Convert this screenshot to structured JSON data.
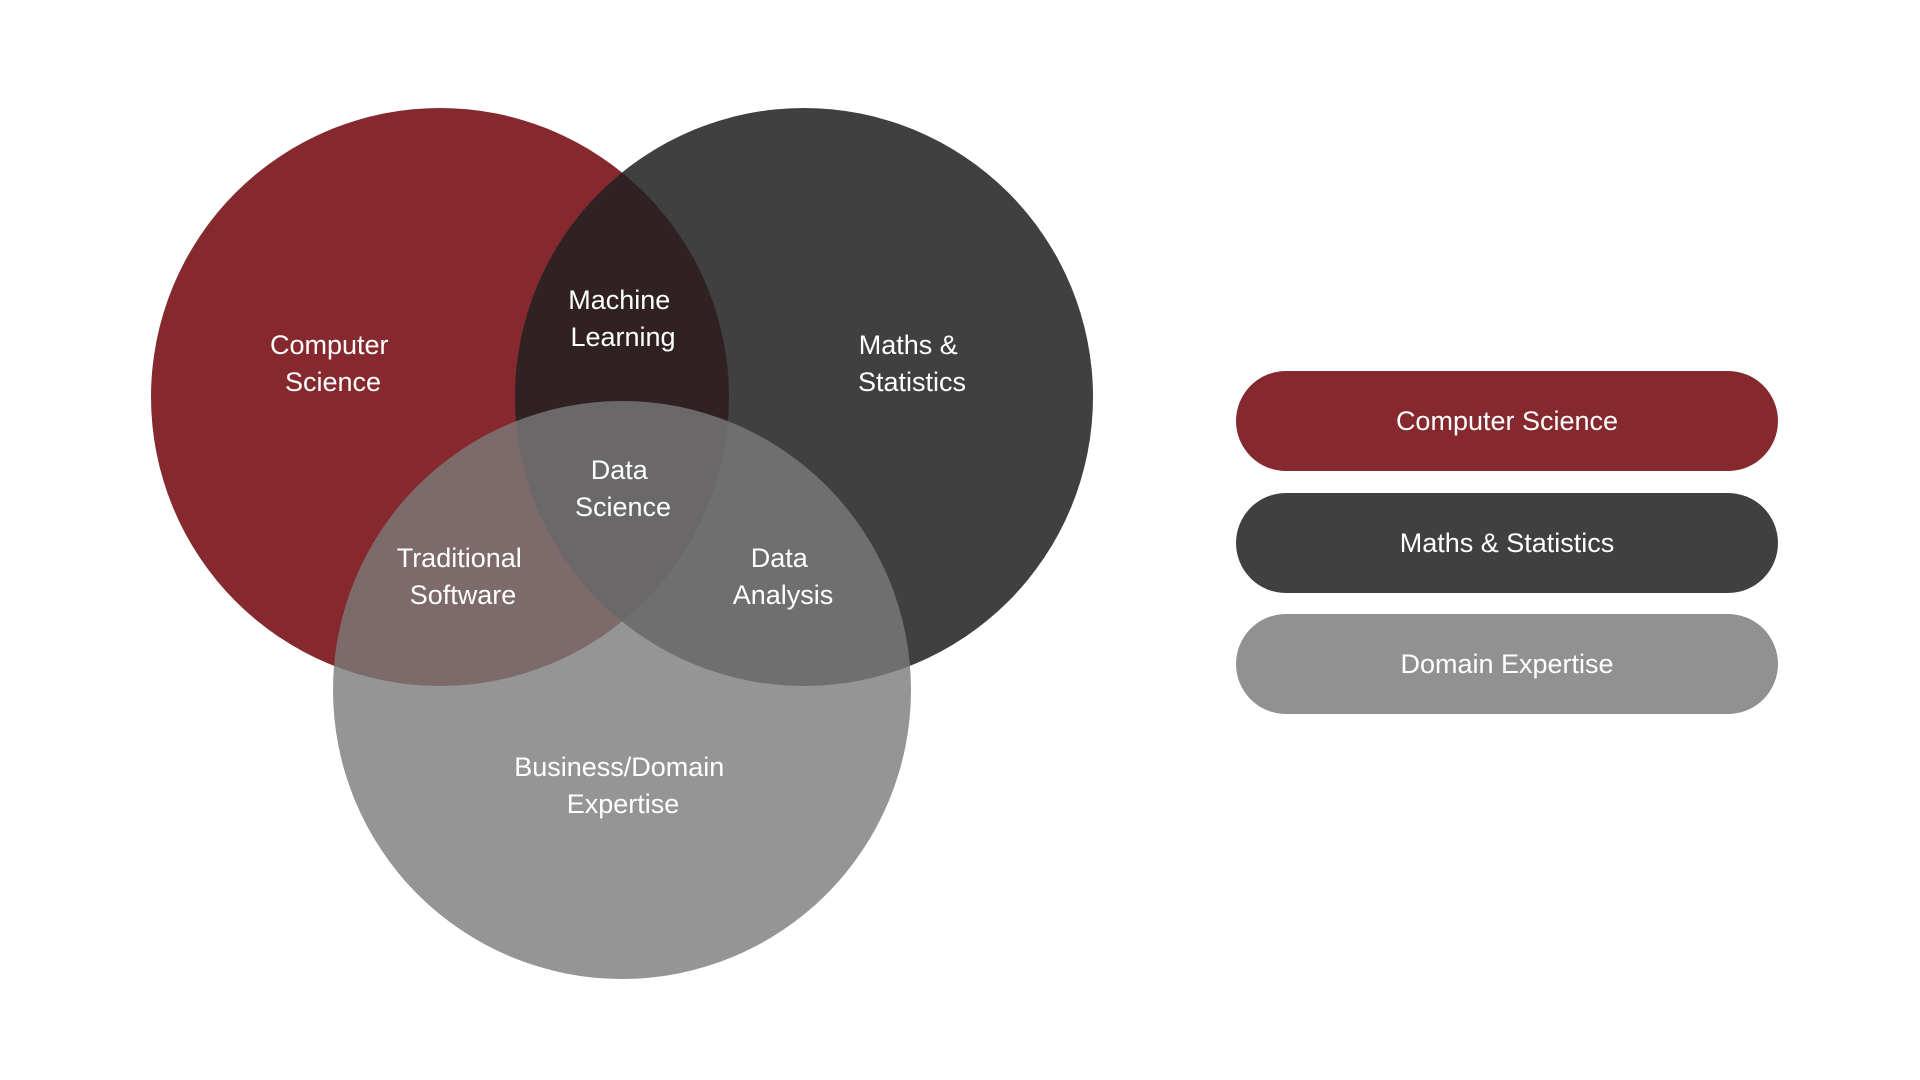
{
  "colors": {
    "computer_science": "#85292F",
    "maths_statistics": "#404040",
    "domain_expertise": "#7A7A7A",
    "background": "#FFFFFF",
    "label_text": "#FFFFFF"
  },
  "venn": {
    "sets": {
      "computer_science": [
        "Computer",
        "Science"
      ],
      "maths_statistics": [
        "Maths &",
        "Statistics"
      ],
      "business_domain": [
        "Business/Domain",
        "Expertise"
      ]
    },
    "intersections": {
      "machine_learning": [
        "Machine",
        "Learning"
      ],
      "traditional_software": [
        "Traditional",
        "Software"
      ],
      "data_analysis": [
        "Data",
        "Analysis"
      ],
      "data_science": [
        "Data",
        "Science"
      ]
    }
  },
  "legend": {
    "items": [
      {
        "label": "Computer Science",
        "color": "#85292F"
      },
      {
        "label": "Maths & Statistics",
        "color": "#404040"
      },
      {
        "label": "Domain Expertise",
        "color": "#919191"
      }
    ]
  }
}
